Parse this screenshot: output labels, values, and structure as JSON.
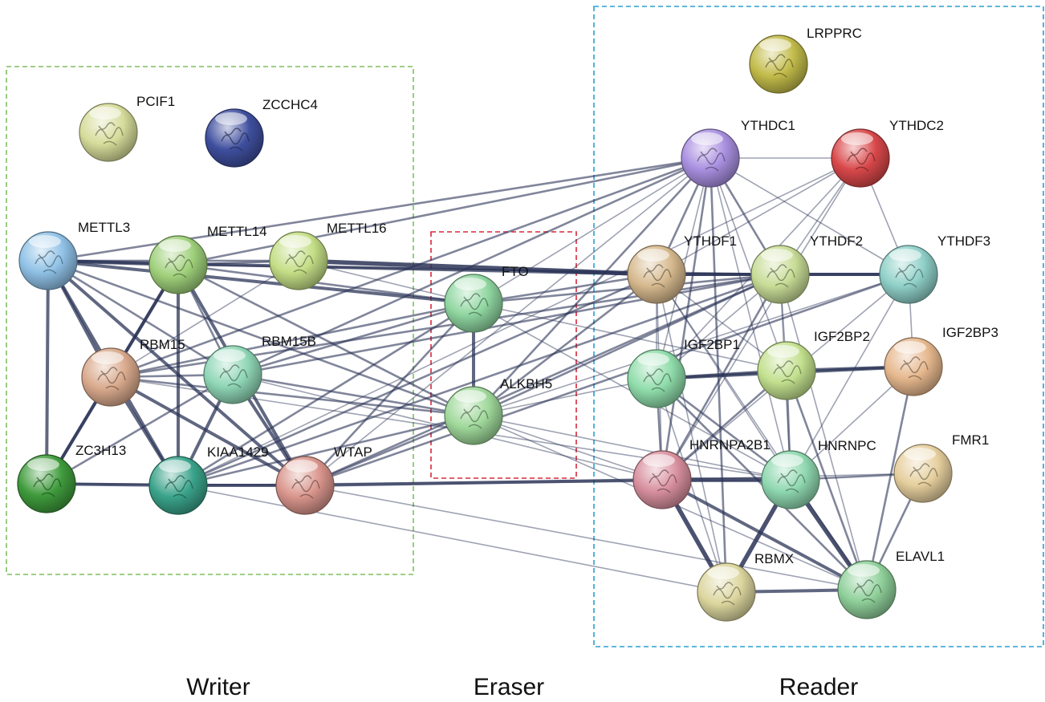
{
  "groups": [
    {
      "id": "writer",
      "label": "Writer",
      "color": "#7dbf5e"
    },
    {
      "id": "eraser",
      "label": "Eraser",
      "color": "#d9283a"
    },
    {
      "id": "reader",
      "label": "Reader",
      "color": "#2a9fd1"
    }
  ],
  "nodes": [
    {
      "id": "PCIF1",
      "label": "PCIF1",
      "group": "writer",
      "color": "#d6dc9a"
    },
    {
      "id": "ZCCHC4",
      "label": "ZCCHC4",
      "group": "writer",
      "color": "#3f4f9e"
    },
    {
      "id": "METTL3",
      "label": "METTL3",
      "group": "writer",
      "color": "#8fc1e6"
    },
    {
      "id": "METTL14",
      "label": "METTL14",
      "group": "writer",
      "color": "#9fd07a"
    },
    {
      "id": "METTL16",
      "label": "METTL16",
      "group": "writer",
      "color": "#c4de86"
    },
    {
      "id": "RBM15",
      "label": "RBM15",
      "group": "writer",
      "color": "#d9a98c"
    },
    {
      "id": "RBM15B",
      "label": "RBM15B",
      "group": "writer",
      "color": "#8fd6b6"
    },
    {
      "id": "ZC3H13",
      "label": "ZC3H13",
      "group": "writer",
      "color": "#3f9b3c"
    },
    {
      "id": "KIAA1429",
      "label": "KIAA1429",
      "group": "writer",
      "color": "#3aa38a"
    },
    {
      "id": "WTAP",
      "label": "WTAP",
      "group": "writer",
      "color": "#d9958c"
    },
    {
      "id": "FTO",
      "label": "FTO",
      "group": "eraser",
      "color": "#8fd6a0"
    },
    {
      "id": "ALKBH5",
      "label": "ALKBH5",
      "group": "eraser",
      "color": "#9fd89a"
    },
    {
      "id": "LRPPRC",
      "label": "LRPPRC",
      "group": "reader",
      "color": "#c2bb4a"
    },
    {
      "id": "YTHDC1",
      "label": "YTHDC1",
      "group": "reader",
      "color": "#a98fe0"
    },
    {
      "id": "YTHDC2",
      "label": "YTHDC2",
      "group": "reader",
      "color": "#d9484a"
    },
    {
      "id": "YTHDF1",
      "label": "YTHDF1",
      "group": "reader",
      "color": "#d6b98e"
    },
    {
      "id": "YTHDF2",
      "label": "YTHDF2",
      "group": "reader",
      "color": "#c8dc96"
    },
    {
      "id": "YTHDF3",
      "label": "YTHDF3",
      "group": "reader",
      "color": "#8fd0c8"
    },
    {
      "id": "IGF2BP1",
      "label": "IGF2BP1",
      "group": "reader",
      "color": "#8fdcaa"
    },
    {
      "id": "IGF2BP2",
      "label": "IGF2BP2",
      "group": "reader",
      "color": "#c2e08e"
    },
    {
      "id": "IGF2BP3",
      "label": "IGF2BP3",
      "group": "reader",
      "color": "#e6b88e"
    },
    {
      "id": "HNRNPA2B1",
      "label": "HNRNPA2B1",
      "group": "reader",
      "color": "#d88f9e"
    },
    {
      "id": "HNRNPC",
      "label": "HNRNPC",
      "group": "reader",
      "color": "#8fd8b0"
    },
    {
      "id": "FMR1",
      "label": "FMR1",
      "group": "reader",
      "color": "#e6cf9e"
    },
    {
      "id": "RBMX",
      "label": "RBMX",
      "group": "reader",
      "color": "#dcd69e"
    },
    {
      "id": "ELAVL1",
      "label": "ELAVL1",
      "group": "reader",
      "color": "#8fd09a"
    }
  ],
  "edges": [
    [
      "METTL3",
      "METTL14",
      3
    ],
    [
      "METTL3",
      "METTL16",
      2
    ],
    [
      "METTL3",
      "RBM15",
      3
    ],
    [
      "METTL3",
      "RBM15B",
      2
    ],
    [
      "METTL3",
      "ZC3H13",
      3
    ],
    [
      "METTL3",
      "KIAA1429",
      3
    ],
    [
      "METTL3",
      "WTAP",
      3
    ],
    [
      "METTL3",
      "FTO",
      3
    ],
    [
      "METTL3",
      "ALKBH5",
      2
    ],
    [
      "METTL3",
      "YTHDF1",
      3
    ],
    [
      "METTL3",
      "YTHDC1",
      2
    ],
    [
      "METTL14",
      "METTL16",
      2
    ],
    [
      "METTL14",
      "RBM15",
      3
    ],
    [
      "METTL14",
      "RBM15B",
      2
    ],
    [
      "METTL14",
      "ZC3H13",
      3
    ],
    [
      "METTL14",
      "KIAA1429",
      3
    ],
    [
      "METTL14",
      "WTAP",
      3
    ],
    [
      "METTL14",
      "FTO",
      2
    ],
    [
      "METTL14",
      "ALKBH5",
      2
    ],
    [
      "METTL14",
      "YTHDF2",
      2
    ],
    [
      "METTL14",
      "YTHDC1",
      2
    ],
    [
      "METTL16",
      "RBM15",
      1
    ],
    [
      "METTL16",
      "YTHDF1",
      4
    ],
    [
      "METTL16",
      "FTO",
      1
    ],
    [
      "RBM15",
      "RBM15B",
      2
    ],
    [
      "RBM15",
      "ZC3H13",
      3
    ],
    [
      "RBM15",
      "KIAA1429",
      3
    ],
    [
      "RBM15",
      "WTAP",
      3
    ],
    [
      "RBM15",
      "FTO",
      2
    ],
    [
      "RBM15",
      "ALKBH5",
      2
    ],
    [
      "RBM15",
      "YTHDC1",
      2
    ],
    [
      "RBM15",
      "YTHDF2",
      2
    ],
    [
      "RBM15",
      "HNRNPC",
      1
    ],
    [
      "RBM15B",
      "ZC3H13",
      2
    ],
    [
      "RBM15B",
      "KIAA1429",
      3
    ],
    [
      "RBM15B",
      "WTAP",
      3
    ],
    [
      "RBM15B",
      "FTO",
      2
    ],
    [
      "RBM15B",
      "ALKBH5",
      2
    ],
    [
      "RBM15B",
      "YTHDC1",
      2
    ],
    [
      "RBM15B",
      "YTHDF2",
      2
    ],
    [
      "RBM15B",
      "HNRNPA2B1",
      1
    ],
    [
      "ZC3H13",
      "KIAA1429",
      3
    ],
    [
      "ZC3H13",
      "WTAP",
      2
    ],
    [
      "KIAA1429",
      "WTAP",
      3
    ],
    [
      "KIAA1429",
      "FTO",
      2
    ],
    [
      "KIAA1429",
      "ALKBH5",
      2
    ],
    [
      "KIAA1429",
      "YTHDF1",
      2
    ],
    [
      "KIAA1429",
      "YTHDF2",
      2
    ],
    [
      "KIAA1429",
      "HNRNPA2B1",
      1
    ],
    [
      "KIAA1429",
      "RBMX",
      1
    ],
    [
      "KIAA1429",
      "YTHDC2",
      1
    ],
    [
      "WTAP",
      "FTO",
      2
    ],
    [
      "WTAP",
      "ALKBH5",
      2
    ],
    [
      "WTAP",
      "YTHDF2",
      2
    ],
    [
      "WTAP",
      "YTHDF3",
      2
    ],
    [
      "WTAP",
      "HNRNPA2B1",
      3
    ],
    [
      "WTAP",
      "HNRNPC",
      1
    ],
    [
      "WTAP",
      "ELAVL1",
      1
    ],
    [
      "WTAP",
      "YTHDC1",
      1
    ],
    [
      "FTO",
      "ALKBH5",
      3
    ],
    [
      "FTO",
      "YTHDF2",
      2
    ],
    [
      "FTO",
      "YTHDF1",
      2
    ],
    [
      "FTO",
      "YTHDC1",
      1
    ],
    [
      "FTO",
      "HNRNPC",
      1
    ],
    [
      "FTO",
      "IGF2BP2",
      1
    ],
    [
      "ALKBH5",
      "YTHDF1",
      2
    ],
    [
      "ALKBH5",
      "YTHDF2",
      2
    ],
    [
      "ALKBH5",
      "YTHDF3",
      1
    ],
    [
      "ALKBH5",
      "YTHDC1",
      2
    ],
    [
      "ALKBH5",
      "HNRNPA2B1",
      1
    ],
    [
      "ALKBH5",
      "HNRNPC",
      1
    ],
    [
      "ALKBH5",
      "ELAVL1",
      1
    ],
    [
      "ALKBH5",
      "IGF2BP1",
      1
    ],
    [
      "YTHDC1",
      "YTHDF1",
      2
    ],
    [
      "YTHDC1",
      "YTHDF2",
      2
    ],
    [
      "YTHDC1",
      "YTHDF3",
      1
    ],
    [
      "YTHDC1",
      "IGF2BP1",
      1
    ],
    [
      "YTHDC1",
      "IGF2BP2",
      1
    ],
    [
      "YTHDC1",
      "HNRNPA2B1",
      2
    ],
    [
      "YTHDC1",
      "HNRNPC",
      1
    ],
    [
      "YTHDC1",
      "RBMX",
      2
    ],
    [
      "YTHDC1",
      "YTHDC2",
      1
    ],
    [
      "YTHDC2",
      "YTHDF1",
      1
    ],
    [
      "YTHDC2",
      "YTHDF2",
      1
    ],
    [
      "YTHDC2",
      "YTHDF3",
      1
    ],
    [
      "YTHDC2",
      "IGF2BP1",
      1
    ],
    [
      "YTHDC2",
      "HNRNPA2B1",
      1
    ],
    [
      "YTHDF1",
      "YTHDF2",
      3
    ],
    [
      "YTHDF1",
      "YTHDF3",
      3
    ],
    [
      "YTHDF1",
      "IGF2BP1",
      1
    ],
    [
      "YTHDF1",
      "IGF2BP2",
      1
    ],
    [
      "YTHDF1",
      "HNRNPA2B1",
      1
    ],
    [
      "YTHDF1",
      "HNRNPC",
      1
    ],
    [
      "YTHDF1",
      "RBMX",
      1
    ],
    [
      "YTHDF1",
      "ELAVL1",
      1
    ],
    [
      "YTHDF2",
      "YTHDF3",
      3
    ],
    [
      "YTHDF2",
      "IGF2BP1",
      1
    ],
    [
      "YTHDF2",
      "IGF2BP2",
      1
    ],
    [
      "YTHDF2",
      "HNRNPA2B1",
      2
    ],
    [
      "YTHDF2",
      "HNRNPC",
      1
    ],
    [
      "YTHDF2",
      "ELAVL1",
      1
    ],
    [
      "YTHDF3",
      "IGF2BP3",
      1
    ],
    [
      "YTHDF3",
      "HNRNPC",
      1
    ],
    [
      "YTHDF3",
      "HNRNPA2B1",
      1
    ],
    [
      "IGF2BP1",
      "IGF2BP2",
      3
    ],
    [
      "IGF2BP1",
      "IGF2BP3",
      3
    ],
    [
      "IGF2BP1",
      "HNRNPA2B1",
      2
    ],
    [
      "IGF2BP1",
      "HNRNPC",
      2
    ],
    [
      "IGF2BP1",
      "ELAVL1",
      2
    ],
    [
      "IGF2BP1",
      "RBMX",
      1
    ],
    [
      "IGF2BP2",
      "IGF2BP3",
      3
    ],
    [
      "IGF2BP2",
      "HNRNPA2B1",
      2
    ],
    [
      "IGF2BP2",
      "HNRNPC",
      2
    ],
    [
      "IGF2BP2",
      "ELAVL1",
      2
    ],
    [
      "IGF2BP3",
      "HNRNPC",
      1
    ],
    [
      "IGF2BP3",
      "ELAVL1",
      2
    ],
    [
      "HNRNPA2B1",
      "HNRNPC",
      4
    ],
    [
      "HNRNPA2B1",
      "RBMX",
      4
    ],
    [
      "HNRNPA2B1",
      "ELAVL1",
      3
    ],
    [
      "HNRNPA2B1",
      "FMR1",
      1
    ],
    [
      "HNRNPC",
      "RBMX",
      4
    ],
    [
      "HNRNPC",
      "ELAVL1",
      4
    ],
    [
      "HNRNPC",
      "FMR1",
      2
    ],
    [
      "FMR1",
      "ELAVL1",
      2
    ],
    [
      "RBMX",
      "ELAVL1",
      3
    ]
  ]
}
